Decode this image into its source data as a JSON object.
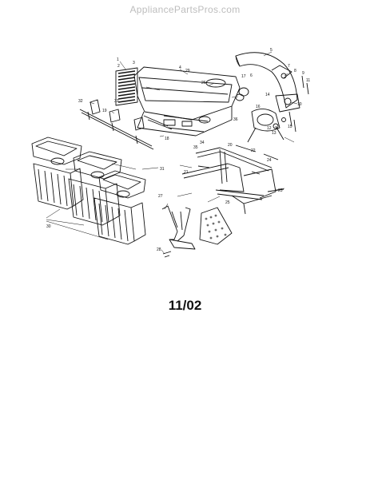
{
  "watermark": "AppliancePartsPros.com",
  "footer": {
    "date_code": "11/02"
  },
  "callouts": [
    {
      "id": "c1",
      "text": "1"
    },
    {
      "id": "c2",
      "text": "2"
    },
    {
      "id": "c3",
      "text": "3"
    },
    {
      "id": "c4",
      "text": "4"
    },
    {
      "id": "c5",
      "text": "5"
    },
    {
      "id": "c6",
      "text": "6"
    },
    {
      "id": "c7",
      "text": "7"
    },
    {
      "id": "c8",
      "text": "8"
    },
    {
      "id": "c9",
      "text": "9"
    },
    {
      "id": "c10",
      "text": "10"
    },
    {
      "id": "c11",
      "text": "11"
    },
    {
      "id": "c12",
      "text": "12"
    },
    {
      "id": "c13",
      "text": "13"
    },
    {
      "id": "c14",
      "text": "14"
    },
    {
      "id": "c15",
      "text": "15"
    },
    {
      "id": "c16",
      "text": "16"
    },
    {
      "id": "c17",
      "text": "17"
    },
    {
      "id": "c18",
      "text": "18"
    },
    {
      "id": "c19",
      "text": "19"
    },
    {
      "id": "c20",
      "text": "20"
    },
    {
      "id": "c21",
      "text": "21"
    },
    {
      "id": "c22",
      "text": "22"
    },
    {
      "id": "c23",
      "text": "23"
    },
    {
      "id": "c24",
      "text": "24"
    },
    {
      "id": "c25",
      "text": "25"
    },
    {
      "id": "c26",
      "text": "26"
    },
    {
      "id": "c27",
      "text": "27"
    },
    {
      "id": "c28",
      "text": "28"
    },
    {
      "id": "c29",
      "text": "29"
    },
    {
      "id": "c30",
      "text": "30"
    },
    {
      "id": "c31",
      "text": "31"
    },
    {
      "id": "c32",
      "text": "32"
    },
    {
      "id": "c33",
      "text": "33"
    },
    {
      "id": "c34",
      "text": "34"
    },
    {
      "id": "c35",
      "text": "35"
    },
    {
      "id": "c36",
      "text": "36"
    }
  ]
}
